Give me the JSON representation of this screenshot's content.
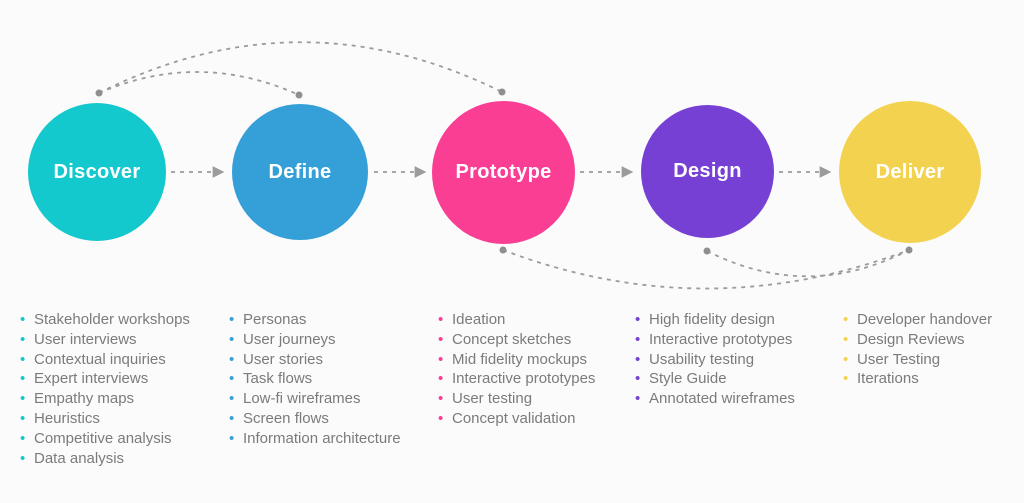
{
  "diagram": {
    "background_color": "#fcfbfb",
    "connector_color": "#9b9b9b",
    "dot_color": "#8f8f8f",
    "list_text_color": "#7b7b7b",
    "stage_label_color": "#ffffff"
  },
  "stages": [
    {
      "label": "Discover",
      "color": "#14c9ce",
      "items": [
        "Stakeholder workshops",
        "User interviews",
        "Contextual inquiries",
        "Expert interviews",
        "Empathy maps",
        "Heuristics",
        "Competitive analysis",
        "Data analysis"
      ]
    },
    {
      "label": "Define",
      "color": "#35a0d8",
      "items": [
        "Personas",
        "User journeys",
        "User stories",
        "Task flows",
        "Low-fi wireframes",
        "Screen flows",
        "Information architecture"
      ]
    },
    {
      "label": "Prototype",
      "color": "#f93e93",
      "items": [
        "Ideation",
        "Concept sketches",
        "Mid fidelity mockups",
        "Interactive prototypes",
        "User testing",
        "Concept validation"
      ]
    },
    {
      "label": "Design",
      "color": "#7640d4",
      "items": [
        "High fidelity design",
        "Interactive prototypes",
        "Usability testing",
        "Style Guide",
        "Annotated wireframes"
      ]
    },
    {
      "label": "Deliver",
      "color": "#f3d250",
      "items": [
        "Developer handover",
        "Design Reviews",
        "User Testing",
        "Iterations"
      ]
    }
  ],
  "connections": {
    "forward_arrows": [
      "Discover to Define",
      "Define to Prototype",
      "Prototype to Design",
      "Design to Deliver"
    ],
    "top_feedback_arcs": [
      "Discover to Define",
      "Discover to Prototype"
    ],
    "bottom_feedback_arcs": [
      "Prototype to Deliver",
      "Design to Deliver"
    ]
  }
}
